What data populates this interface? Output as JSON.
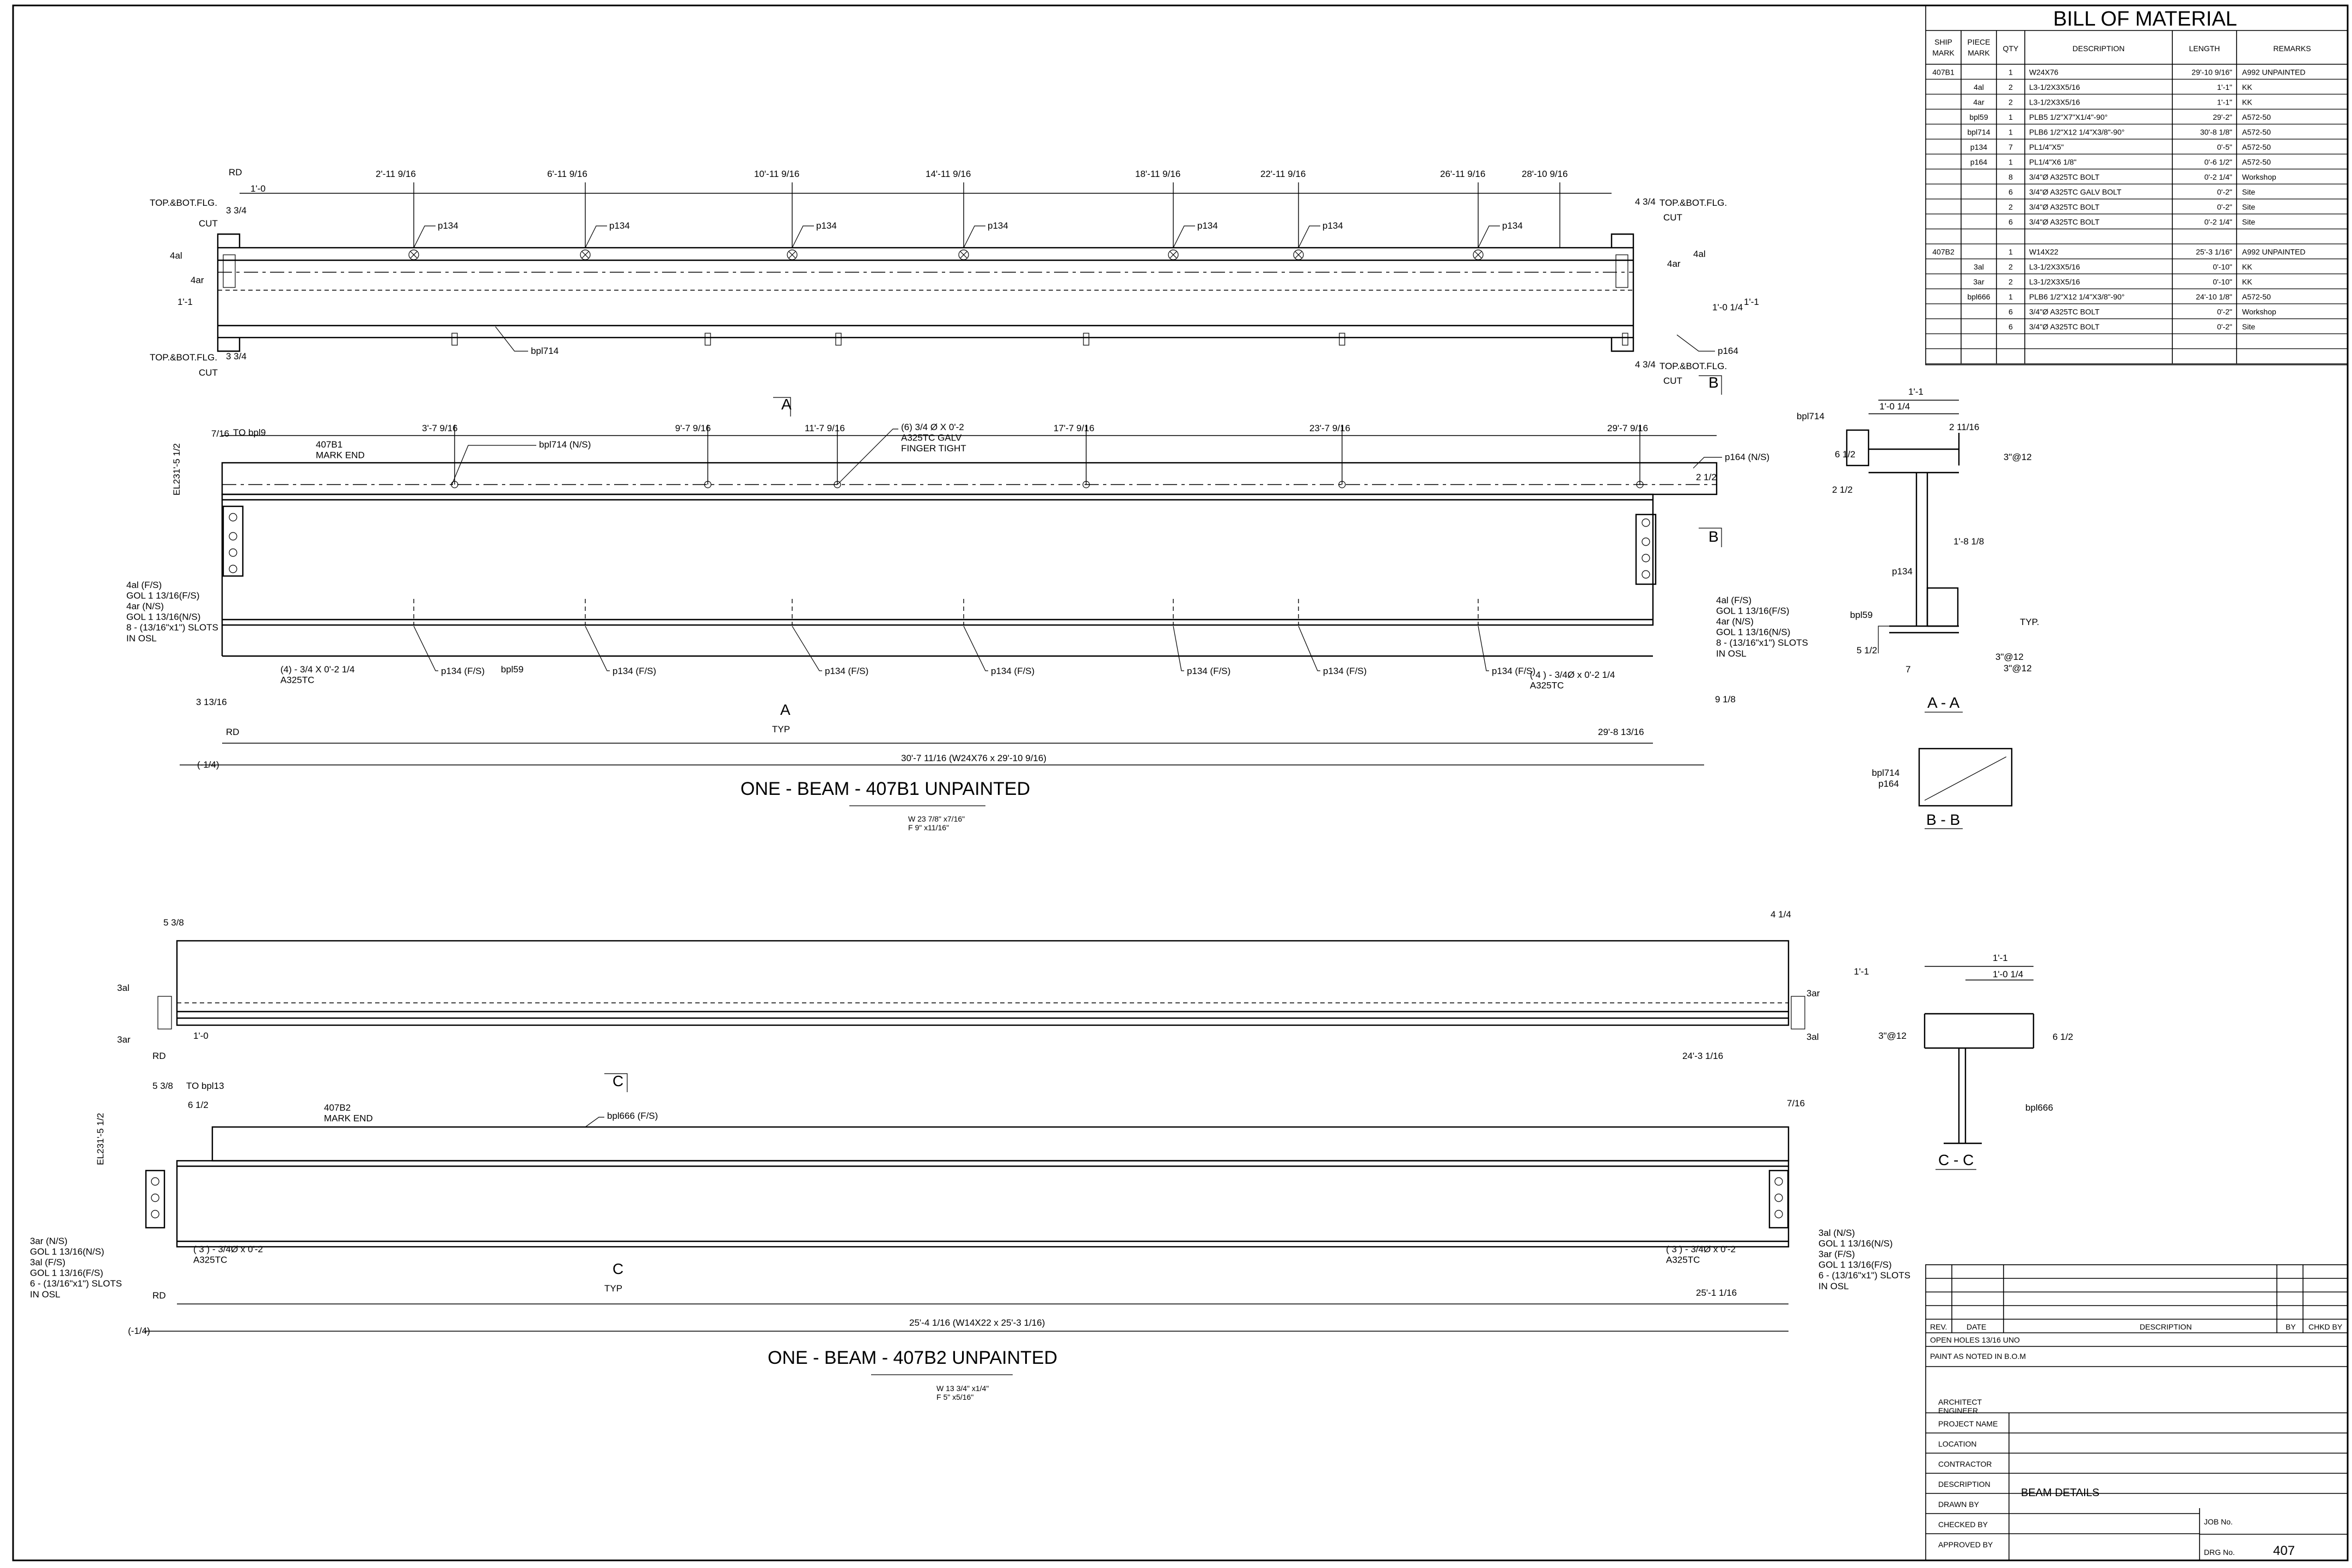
{
  "bom": {
    "title": "BILL OF MATERIAL",
    "headers": [
      "SHIP MARK",
      "PIECE MARK",
      "QTY",
      "DESCRIPTION",
      "LENGTH",
      "REMARKS"
    ],
    "header_lines": [
      [
        "SHIP",
        "MARK"
      ],
      [
        "PIECE",
        "MARK"
      ],
      [
        "QTY"
      ],
      [
        "DESCRIPTION"
      ],
      [
        "LENGTH"
      ],
      [
        "REMARKS"
      ]
    ],
    "rows": [
      [
        "407B1",
        "",
        "1",
        "W24X76",
        "29'-10 9/16\"",
        "A992 UNPAINTED"
      ],
      [
        "",
        "4al",
        "2",
        "L3-1/2X3X5/16",
        "1'-1\"",
        "KK"
      ],
      [
        "",
        "4ar",
        "2",
        "L3-1/2X3X5/16",
        "1'-1\"",
        "KK"
      ],
      [
        "",
        "bpl59",
        "1",
        "PLB5 1/2\"X7\"X1/4\"-90°",
        "29'-2\"",
        "A572-50"
      ],
      [
        "",
        "bpl714",
        "1",
        "PLB6 1/2\"X12 1/4\"X3/8\"-90°",
        "30'-8 1/8\"",
        "A572-50"
      ],
      [
        "",
        "p134",
        "7",
        "PL1/4\"X5\"",
        "0'-5\"",
        "A572-50"
      ],
      [
        "",
        "p164",
        "1",
        "PL1/4\"X6 1/8\"",
        "0'-6 1/2\"",
        "A572-50"
      ],
      [
        "",
        "",
        "8",
        "3/4\"Ø A325TC BOLT",
        "0'-2 1/4\"",
        "Workshop"
      ],
      [
        "",
        "",
        "6",
        "3/4\"Ø A325TC GALV BOLT",
        "0'-2\"",
        "Site"
      ],
      [
        "",
        "",
        "2",
        "3/4\"Ø A325TC BOLT",
        "0'-2\"",
        "Site"
      ],
      [
        "",
        "",
        "6",
        "3/4\"Ø A325TC BOLT",
        "0'-2 1/4\"",
        "Site"
      ],
      [
        "",
        "",
        "",
        "",
        "",
        ""
      ],
      [
        "407B2",
        "",
        "1",
        "W14X22",
        "25'-3 1/16\"",
        "A992 UNPAINTED"
      ],
      [
        "",
        "3al",
        "2",
        "L3-1/2X3X5/16",
        "0'-10\"",
        "KK"
      ],
      [
        "",
        "3ar",
        "2",
        "L3-1/2X3X5/16",
        "0'-10\"",
        "KK"
      ],
      [
        "",
        "bpl666",
        "1",
        "PLB6 1/2\"X12 1/4\"X3/8\"-90°",
        "24'-10 1/8\"",
        "A572-50"
      ],
      [
        "",
        "",
        "6",
        "3/4\"Ø A325TC BOLT",
        "0'-2\"",
        "Workshop"
      ],
      [
        "",
        "",
        "6",
        "3/4\"Ø A325TC BOLT",
        "0'-2\"",
        "Site"
      ],
      [
        "",
        "",
        "",
        "",
        "",
        ""
      ],
      [
        "",
        "",
        "",
        "",
        "",
        ""
      ]
    ]
  },
  "beam1": {
    "title": "ONE - BEAM - 407B1  UNPAINTED",
    "weld_note_1": "W   23 7/8\"   x7/16\"",
    "weld_note_2": "F     9\"    x11/16\"",
    "top_dims": [
      "2'-11 9/16",
      "6'-11 9/16",
      "10'-11 9/16",
      "14'-11 9/16",
      "18'-11 9/16",
      "22'-11 9/16",
      "26'-11 9/16",
      "28'-10 9/16"
    ],
    "elev_dims": [
      "3'-7 9/16",
      "9'-7 9/16",
      "11'-7 9/16",
      "17'-7 9/16",
      "23'-7 9/16",
      "29'-7 9/16"
    ],
    "labels": {
      "rd": "RD",
      "one_zero": "1'-0",
      "cope_left_top": "3 3/4",
      "cope_left_bot": "3 3/4",
      "top_bot_flg": "TOP.&BOT.FLG.",
      "cut": "CUT",
      "al": "4al",
      "ar": "4ar",
      "depth": "1'-1",
      "p134": "p134",
      "bpl714": "bpl714",
      "p164": "p164",
      "cope_right_top": "4 3/4",
      "cope_right_bot": "4 3/4",
      "depth_r": "1'-0 1/4",
      "section_a": "A",
      "section_b": "B",
      "to_bpl": "TO bpl9",
      "mark_end": "407B1\nMARK END",
      "el": "EL231'-5 1/2",
      "bpl714_ns": "bpl714 (N/S)",
      "galv_note": "(6) 3/4 Ø X 0'-2\nA325TC GALV\nFINGER TIGHT",
      "p164_ns": "p164 (N/S)",
      "left_note": "4al (F/S)\nGOL 1 13/16(F/S)\n4ar (N/S)\nGOL 1 13/16(N/S)\n8 - (13/16\"x1\") SLOTS\nIN OSL",
      "right_note": "4al (F/S)\nGOL 1 13/16(F/S)\n4ar (N/S)\nGOL 1 13/16(N/S)\n8 - (13/16\"x1\") SLOTS\nIN OSL",
      "bolts_left": "(4) - 3/4 X 0'-2 1/4\nA325TC",
      "bolts_right": "( 4 ) - 3/4Ø x 0'-2 1/4\nA325TC",
      "p134_fs": "p134 (F/S)",
      "bpl59": "bpl59",
      "typ": "TYP",
      "overall": "30'-7 11/16 (W24X76 x 29'-10 9/16)",
      "end_dim": "29'-8 13/16",
      "left_small": "3 13/16",
      "minus": "(-1/4)",
      "nine": "9 1/8",
      "seven16": "7/16",
      "two_half": "2 1/2"
    }
  },
  "beam2": {
    "title": "ONE - BEAM - 407B2  UNPAINTED",
    "weld_note_1": "W   13 3/4\"   x1/4\"",
    "weld_note_2": "F     5\"    x5/16\"",
    "labels": {
      "al": "3al",
      "ar": "3ar",
      "rd": "RD",
      "one_zero": "1'-0",
      "five8": "5 3/8",
      "four_q": "4 1/4",
      "depth": "1'-1",
      "end_dim": "24'-3 1/16",
      "section_c": "C",
      "to_bpl": "TO bpl13",
      "six_half": "6 1/2",
      "mark_end": "407B2\nMARK END",
      "bpl666_fs": "bpl666 (F/S)",
      "el": "EL231'-5 1/2",
      "seven16": "7/16",
      "left_note": "3ar (N/S)\nGOL 1 13/16(N/S)\n3al (F/S)\nGOL 1 13/16(F/S)\n6 - (13/16\"x1\") SLOTS\nIN OSL",
      "right_note": "3al (N/S)\nGOL 1 13/16(N/S)\n3ar (F/S)\nGOL 1 13/16(F/S)\n6 - (13/16\"x1\") SLOTS\nIN OSL",
      "bolts_left": "( 3 ) - 3/4Ø x 0'-2\nA325TC",
      "bolts_right": "( 3 ) - 3/4Ø x 0'-2\nA325TC",
      "typ": "TYP",
      "overall": "25'-4 1/16 (W14X22 x 25'-3 1/16)",
      "end_r": "25'-1 1/16",
      "minus": "(-1/4)"
    }
  },
  "sections": {
    "aa_title": "A - A",
    "bb_title": "B - B",
    "cc_title": "C - C",
    "aa": {
      "top": "1'-1",
      "sub": "1'-0 1/4",
      "bpl714": "bpl714",
      "p134": "p134",
      "bpl59": "bpl59",
      "at12_top": "3\"@12",
      "typ": "TYP.",
      "seven": "7",
      "at12_b1": "3\"@12",
      "at12_b2": "3\"@12",
      "two_half": "2 11/16",
      "one8": "1'-8 1/8",
      "six_h": "6 1/2",
      "two_h": "2 1/2",
      "five_h": "5 1/2"
    },
    "bb": {
      "bpl714": "bpl714",
      "p164": "p164"
    },
    "cc": {
      "top": "1'-1",
      "sub": "1'-0 1/4",
      "at12": "3\"@12",
      "bpl666": "bpl666",
      "six_h": "6 1/2"
    }
  },
  "title_block": {
    "rev_headers": [
      "REV.",
      "DATE",
      "DESCRIPTION",
      "BY",
      "CHKD BY"
    ],
    "open_holes": "OPEN HOLES     13/16 UNO",
    "paint": "PAINT      AS NOTED IN B.O.M",
    "architect": "ARCHITECT\nENGINEER",
    "fields": [
      "PROJECT NAME",
      "LOCATION",
      "CONTRACTOR",
      "DESCRIPTION",
      "DRAWN BY",
      "CHECKED BY",
      "APPROVED BY"
    ],
    "description_value": "BEAM DETAILS",
    "job_no": "JOB No.",
    "drg_no_label": "DRG No.",
    "drg_no": "407"
  }
}
